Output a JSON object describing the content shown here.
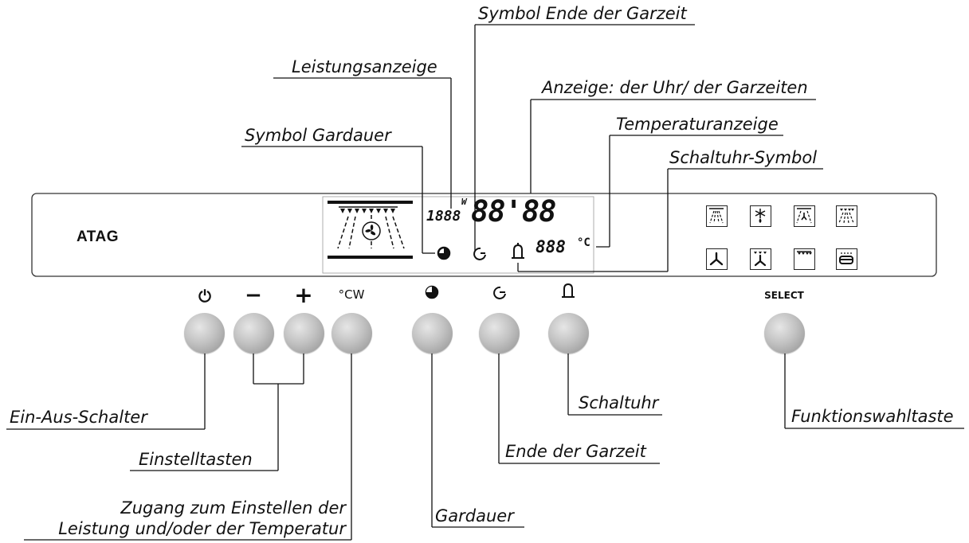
{
  "brand": "ATAG",
  "labels": {
    "symbol_ende_garzeit": "Symbol Ende der Garzeit",
    "leistungsanzeige": "Leistungsanzeige",
    "anzeige_uhr": "Anzeige: der Uhr/ der Garzeiten",
    "symbol_gardauer": "Symbol Gardauer",
    "temperaturanzeige": "Temperaturanzeige",
    "schaltuhr_symbol": "Schaltuhr-Symbol",
    "ein_aus_schalter": "Ein-Aus-Schalter",
    "einstelltasten": "Einstelltasten",
    "zugang_line1": "Zugang zum Einstellen der",
    "zugang_line2": "Leistung und/oder der Temperatur",
    "gardauer": "Gardauer",
    "ende_garzeit": "Ende der Garzeit",
    "schaltuhr": "Schaltuhr",
    "funktionswahltaste": "Funktionswahltaste"
  },
  "display": {
    "power_digits": "1888",
    "power_unit": "W",
    "clock_digits": "88'88",
    "temp_digits": "888",
    "temp_unit": "°C"
  },
  "buttons": {
    "power_symbol": "⏻",
    "minus_symbol": "−",
    "plus_symbol": "+",
    "cw_symbol": "°CW",
    "select_label": "SELECT"
  },
  "icons": [
    "clock-duration-icon",
    "end-time-icon",
    "bell-icon",
    "fan-icon"
  ]
}
